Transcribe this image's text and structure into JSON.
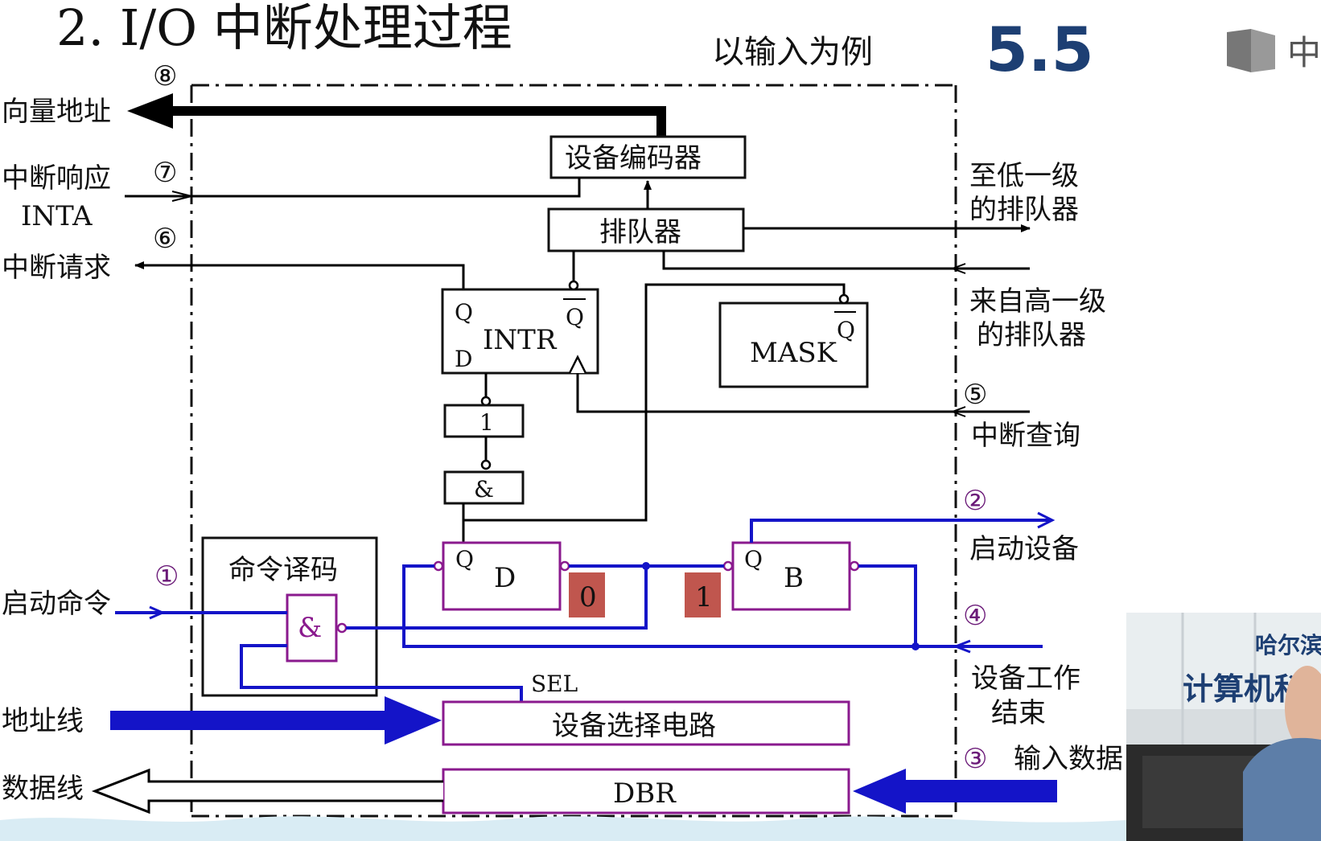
{
  "title": "2. I/O 中断处理过程",
  "subtitle": "以输入为例",
  "section_number": "5.5",
  "watermark_char": "中",
  "steps": {
    "s1": "①",
    "s2": "②",
    "s3": "③",
    "s4": "④",
    "s5": "⑤",
    "s6": "⑥",
    "s7": "⑦",
    "s8": "⑧"
  },
  "left_labels": {
    "vector_address": "向量地址",
    "int_ack": "中断响应",
    "inta": "INTA",
    "int_request": "中断请求",
    "start_cmd": "启动命令",
    "address_bus": "地址线",
    "data_bus": "数据线"
  },
  "right_labels": {
    "to_lower_1": "至低一级",
    "to_lower_2": "的排队器",
    "from_higher_1": "来自高一级",
    "from_higher_2": "的排队器",
    "int_query": "中断查询",
    "start_device": "启动设备",
    "device_done_1": "设备工作",
    "device_done_2": "结束",
    "input_data": "输入数据"
  },
  "blocks": {
    "encoder": "设备编码器",
    "queue": "排队器",
    "intr": "INTR",
    "mask": "MASK",
    "not_gate": "1",
    "and_gate": "&",
    "cmd_decode": "命令译码",
    "cmd_and": "&",
    "d_ff": "D",
    "b_ff": "B",
    "sel": "SEL",
    "dev_select": "设备选择电路",
    "dbr": "DBR"
  },
  "pins": {
    "q": "Q",
    "qbar": "Q",
    "d": "D"
  },
  "status_bits": {
    "d_value": "0",
    "b_value": "1"
  },
  "colors": {
    "black_line": "#000000",
    "blue_line": "#1414c8",
    "purple_box": "#8a1a8e",
    "step_purple": "#6b1a78",
    "status_red": "#c0564e",
    "title_blue": "#1d3f73"
  },
  "webcam": {
    "banner_text": "计算机科",
    "banner_text_top": "哈尔滨"
  }
}
